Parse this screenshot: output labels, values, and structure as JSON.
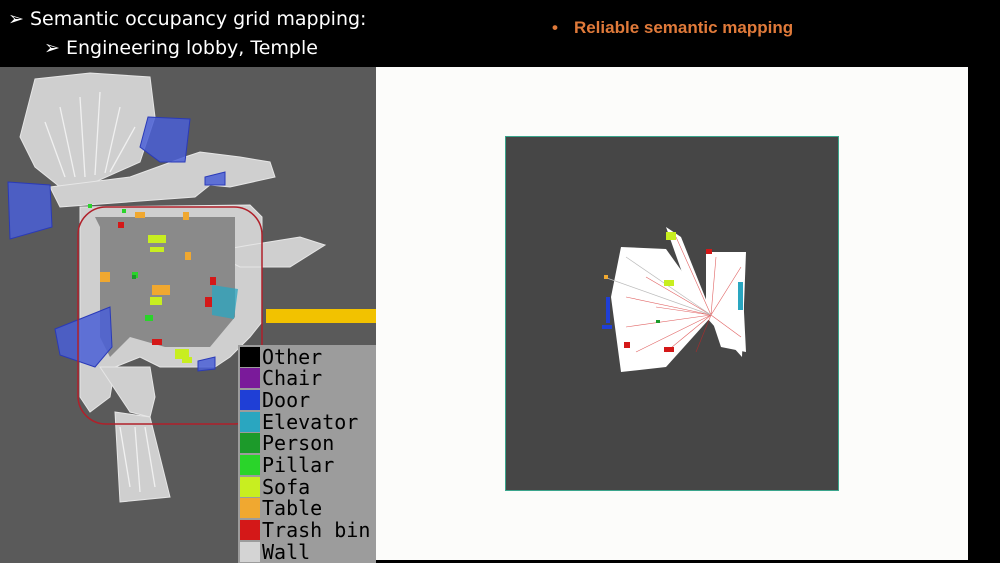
{
  "slide": {
    "title_line1": "➢ Semantic occupancy grid mapping:",
    "title_line2": "➢ Engineering lobby, Temple",
    "subtitle_bullet": "•",
    "subtitle": "Reliable semantic mapping"
  },
  "legend": {
    "items": [
      {
        "label": "Other",
        "color": "#000000"
      },
      {
        "label": "Chair",
        "color": "#7a1a9a"
      },
      {
        "label": "Door",
        "color": "#1f3fd6"
      },
      {
        "label": "Elevator",
        "color": "#2aa6c0"
      },
      {
        "label": "Person",
        "color": "#1c9a2a"
      },
      {
        "label": "Pillar",
        "color": "#2ad42a"
      },
      {
        "label": "Sofa",
        "color": "#c8ee20"
      },
      {
        "label": "Table",
        "color": "#f0a830"
      },
      {
        "label": "Trash bin",
        "color": "#d41818"
      },
      {
        "label": "Wall",
        "color": "#d4d4d4"
      }
    ]
  },
  "colors": {
    "highlight_box": "#b0202a",
    "arrow": "#f2c200",
    "accent_text": "#e07a3a",
    "map_background": "#5a5a5a",
    "right_map_background": "#464646"
  }
}
